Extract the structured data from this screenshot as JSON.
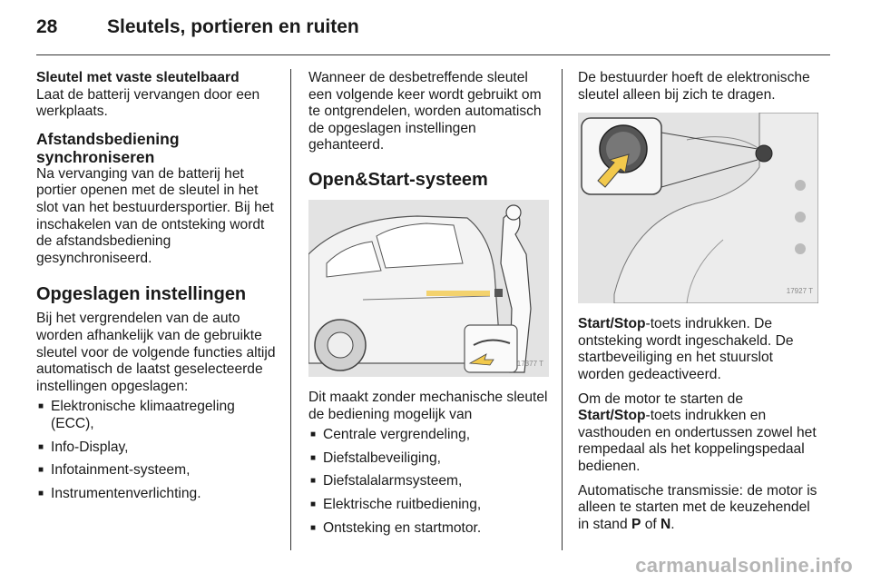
{
  "header": {
    "page_number": "28",
    "title": "Sleutels, portieren en ruiten"
  },
  "col1": {
    "h_fixed_blade": "Sleutel met vaste sleutelbaard",
    "p_fixed_blade": "Laat de batterij vervangen door een werkplaats.",
    "h_sync": "Afstandsbediening synchroniseren",
    "p_sync": "Na vervanging van de batterij het portier openen met de sleutel in het slot van het bestuurdersportier. Bij het inschakelen van de ontsteking wordt de afstandsbediening gesynchroniseerd.",
    "h_saved": "Opgeslagen instellingen",
    "p_saved": "Bij het vergrendelen van de auto worden afhankelijk van de gebruikte sleutel voor de volgende functies altijd automatisch de laatst geselecteerde instellingen opgeslagen:",
    "list": [
      "Elektronische klimaatregeling (ECC),",
      "Info-Display,",
      "Infotainment-systeem,",
      "Instrumentenverlichting."
    ]
  },
  "col2": {
    "p_intro": "Wanneer de desbetreffende sleutel een volgende keer wordt gebruikt om te ontgrendelen, worden automatisch de opgeslagen instellingen gehanteerd.",
    "h_openstart": "Open&Start-systeem",
    "fig_number": "17377 T",
    "p_operation": "Dit maakt zonder mechanische sleutel de bediening mogelijk van",
    "list": [
      "Centrale vergrendeling,",
      "Diefstalbeveiliging,",
      "Diefstalalarmsysteem,",
      "Elektrische ruitbediening,",
      "Ontsteking en startmotor."
    ]
  },
  "col3": {
    "p_driver": "De bestuurder hoeft de elektronische sleutel alleen bij zich te dragen.",
    "fig_number": "17927 T",
    "button_label": "Start/Stop",
    "p_press_rest": "-toets indrukken. De ontsteking wordt ingeschakeld. De startbeveiliging en het stuurslot worden gedeactiveerd.",
    "p_start_pre": "Om de motor te starten de ",
    "p_start_button": "Start/Stop",
    "p_start_rest": "-toets indrukken en vasthouden en ondertussen zowel het rempedaal als het koppelingspedaal bedienen.",
    "p_auto_pre": "Automatische transmissie: de motor is alleen te starten met de keuzehendel in stand ",
    "gear_p": "P",
    "p_auto_mid": " of ",
    "gear_n": "N",
    "p_auto_end": "."
  },
  "watermark": "carmanualsonline.info"
}
